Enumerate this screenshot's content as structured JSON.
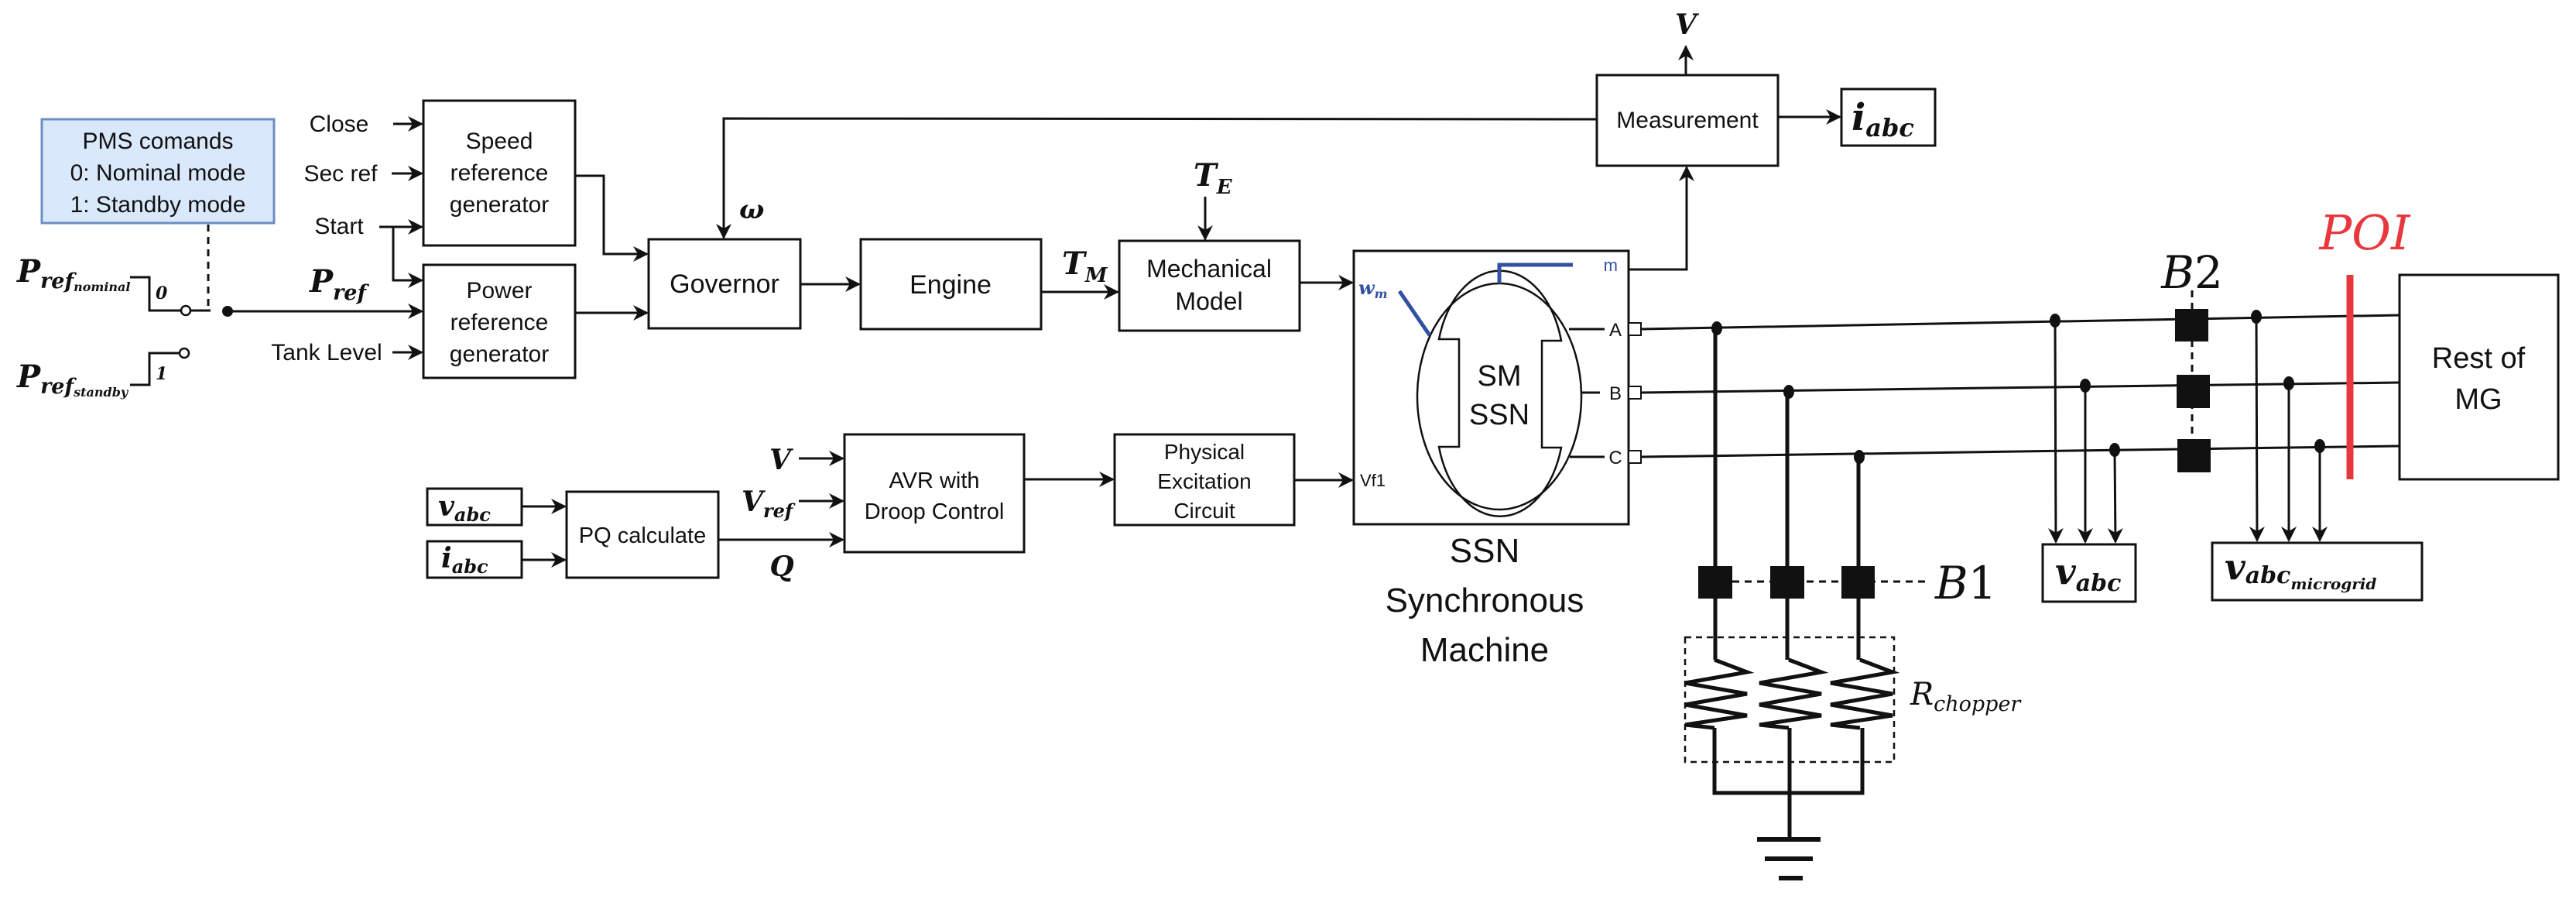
{
  "colors": {
    "line": "#111111",
    "pms_fill": "#dae8fc",
    "pms_border": "#6c8ebf",
    "machine_port_blue": "#3151a3",
    "poi_red": "#e8383d"
  },
  "pms": {
    "title": "PMS comands",
    "line1": "0: Nominal mode",
    "line2": "1: Standby mode"
  },
  "switch": {
    "input_nominal": {
      "main": "P",
      "sub": "ref",
      "subsub": "nominal"
    },
    "input_standby": {
      "main": "P",
      "sub": "ref",
      "subsub": "standby"
    },
    "pos0": "0",
    "pos1": "1",
    "output": {
      "main": "P",
      "sub": "ref"
    }
  },
  "inputs": {
    "close": "Close",
    "sec_ref": "Sec ref",
    "start": "Start",
    "tank_level": "Tank Level"
  },
  "blocks": {
    "speed_ref": [
      "Speed",
      "reference",
      "generator"
    ],
    "power_ref": [
      "Power",
      "reference",
      "generator"
    ],
    "governor": "Governor",
    "engine": "Engine",
    "mechanical": [
      "Mechanical",
      "Model"
    ],
    "measurement": "Measurement",
    "pq_calc": "PQ calculate",
    "avr": [
      "AVR with",
      "Droop Control"
    ],
    "excitation": [
      "Physical",
      "Excitation",
      "Circuit"
    ],
    "rest_mg": [
      "Rest of",
      "MG"
    ]
  },
  "signals": {
    "omega": "ω",
    "te": {
      "main": "T",
      "sub": "E"
    },
    "tm": {
      "main": "T",
      "sub": "M"
    },
    "v_out": "V",
    "v_in": "V",
    "vref": {
      "main": "V",
      "sub": "ref"
    },
    "q": "Q",
    "iabc_meas": {
      "main": "i",
      "sub": "abc"
    },
    "vabc_in": {
      "main": "v",
      "sub": "abc"
    },
    "iabc_in": {
      "main": "i",
      "sub": "abc"
    },
    "vabc_out": {
      "main": "v",
      "sub": "abc"
    },
    "vabc_mg": {
      "main": "v",
      "sub": "abc",
      "subsub": "microgrid"
    }
  },
  "machine": {
    "port_wm": {
      "main": "w",
      "sub": "m"
    },
    "port_m": "m",
    "port_vf": "Vf1",
    "phase_a": "A",
    "phase_b": "B",
    "phase_c": "C",
    "inner_line1": "SM",
    "inner_line2": "SSN",
    "caption": [
      "SSN",
      "Synchronous",
      "Machine"
    ]
  },
  "breakers": {
    "b1": {
      "main": "B",
      "sub": "1"
    },
    "b2": {
      "main": "B",
      "sub": "2"
    }
  },
  "chopper": {
    "main": "R",
    "sub": "chopper"
  },
  "poi": "POI"
}
